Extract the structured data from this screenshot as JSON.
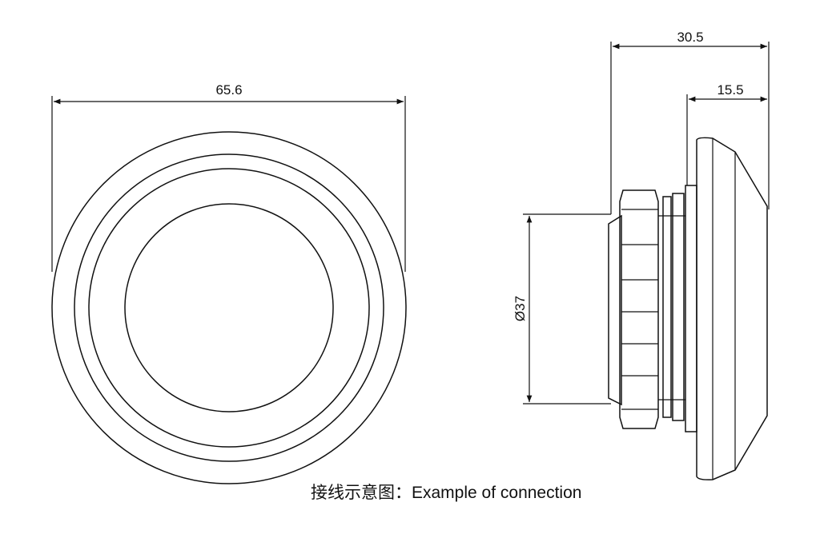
{
  "dimensions": {
    "front_width": "65.6",
    "side_total": "30.5",
    "side_front": "15.5",
    "diameter": "Ø37"
  },
  "caption": "接线示意图：Example of connection"
}
